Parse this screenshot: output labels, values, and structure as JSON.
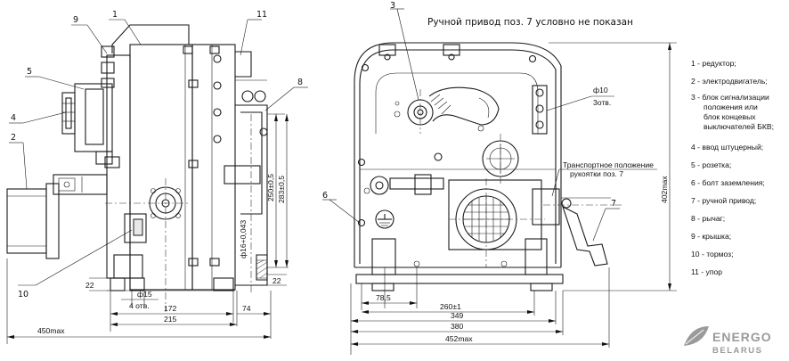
{
  "title": "Ручной привод поз. 7 условно не показан",
  "callouts_left": [
    "1",
    "2",
    "4",
    "5",
    "9",
    "10",
    "11",
    "8"
  ],
  "callouts_right": [
    "3",
    "6",
    "7"
  ],
  "dims_left": {
    "d1": "22",
    "d2": "22",
    "d3": "ф15",
    "d4": "4 отв.",
    "d5": "172",
    "d6": "215",
    "d7": "74",
    "d8": "450max",
    "d9": "250±0,5",
    "d10": "283±0,5",
    "d11": "ф16+0,043"
  },
  "dims_right": {
    "d1": "ф10",
    "d2": "3отв.",
    "d3": "78,5",
    "d4": "260±1",
    "d5": "349",
    "d6": "380",
    "d7": "452max",
    "d8": "402max",
    "transport1": "Транспортное положение",
    "transport2": "рукоятки поз. 7"
  },
  "legend": [
    "1 - редуктор;",
    "2 - электродвигатель;",
    "3 - блок сигнализации",
    "положения или",
    "блок концевых",
    "выключателей БКВ;",
    "4 - ввод штуцерный;",
    "5 - розетка;",
    "6 - болт заземления;",
    "7 - ручной привод;",
    "8 - рычаг;",
    "9 - крышка;",
    "10 - тормоз;",
    "11 - упор"
  ],
  "logo": {
    "line1": "ENERGO",
    "line2": "BELARUS",
    "color": "#9a9a9a"
  }
}
